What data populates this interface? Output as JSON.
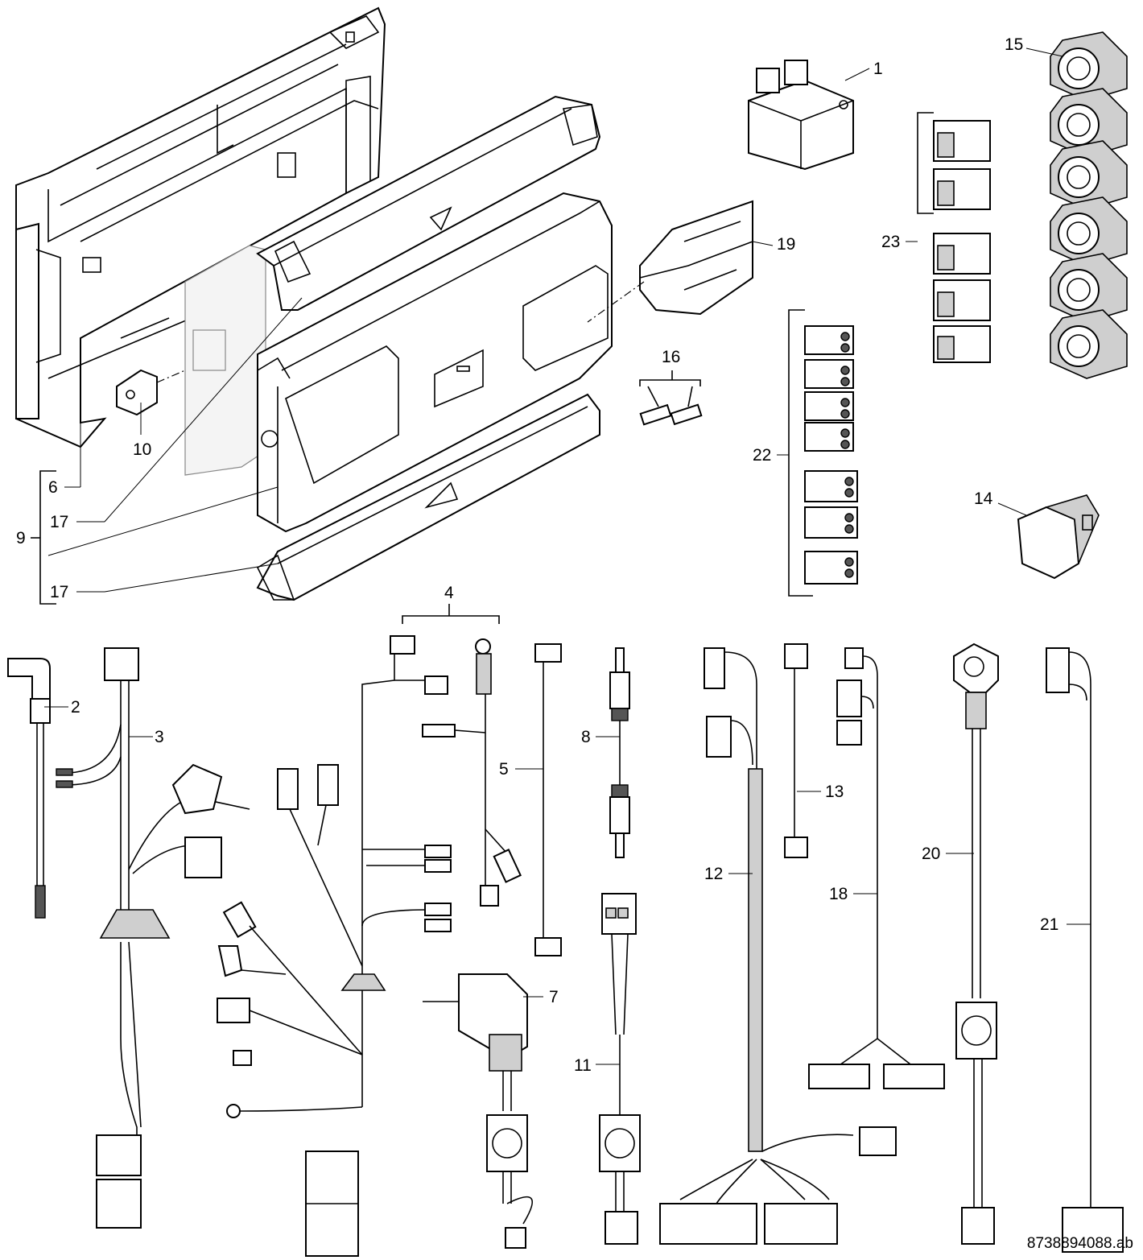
{
  "callouts": [
    "1",
    "2",
    "3",
    "4",
    "5",
    "6",
    "7",
    "8",
    "9",
    "10",
    "11",
    "12",
    "13",
    "14",
    "15",
    "16",
    "17",
    "17",
    "18",
    "19",
    "20",
    "21",
    "22",
    "23"
  ],
  "drawing_code": "8738894088.ab"
}
